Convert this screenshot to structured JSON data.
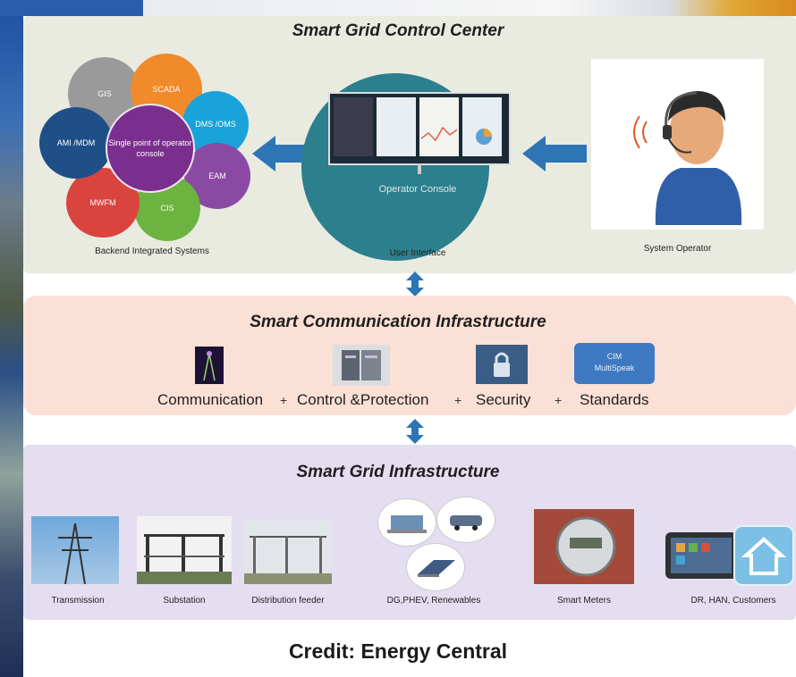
{
  "control_center": {
    "title": "Smart Grid Control Center",
    "center_label": "Single point of operator console",
    "petals": [
      "GIS",
      "SCADA",
      "DMS /OMS",
      "EAM",
      "CIS",
      "MWFM",
      "AMI /MDM"
    ],
    "backend_label": "Backend Integrated Systems",
    "console_label": "Operator Console",
    "ui_label": "User Interface",
    "operator_label": "System Operator"
  },
  "communication": {
    "title": "Smart Communication Infrastructure",
    "items": [
      "Communication",
      "Control &Protection",
      "Security",
      "Standards"
    ],
    "plus": "+",
    "standards_badge": [
      "CIM",
      "MultiSpeak"
    ]
  },
  "grid": {
    "title": "Smart Grid Infrastructure",
    "items": [
      "Transmission",
      "Substation",
      "Distribution feeder",
      "DG,PHEV, Renewables",
      "Smart Meters",
      "DR, HAN, Customers"
    ]
  },
  "credit": "Credit:  Energy Central",
  "colors": {
    "control_bg": "#e9ebe1",
    "comm_bg": "#fbe0d6",
    "grid_bg": "#e4def0",
    "arrow": "#2e75b6",
    "console": "#2c7f8d"
  }
}
